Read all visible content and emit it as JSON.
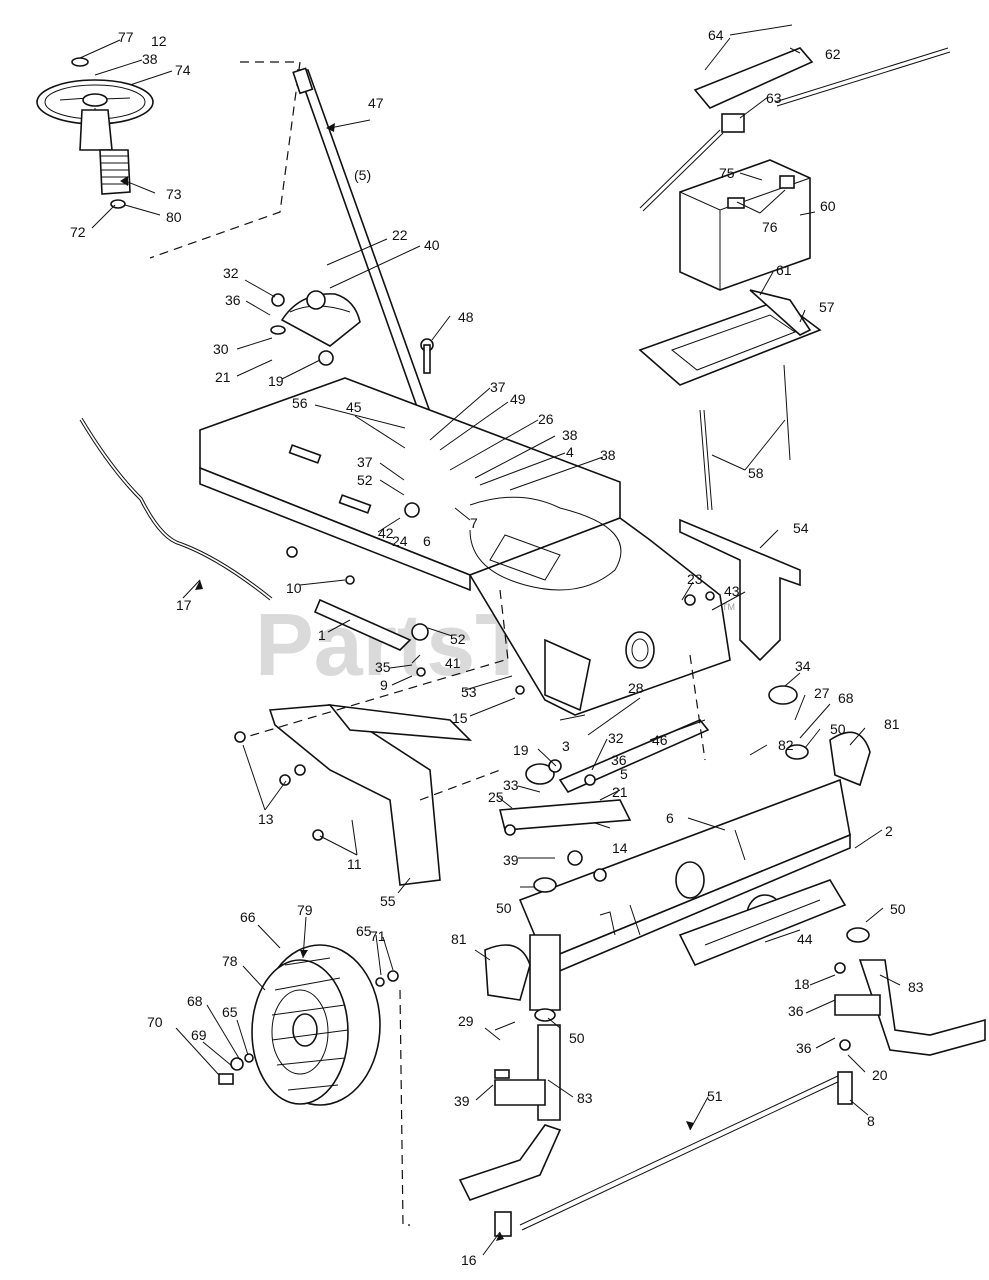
{
  "watermark": {
    "text": "PartsTree",
    "tm": "TM"
  },
  "callouts": [
    {
      "id": "c77",
      "text": "77"
    },
    {
      "id": "c12",
      "text": "12"
    },
    {
      "id": "c38a",
      "text": "38"
    },
    {
      "id": "c74",
      "text": "74"
    },
    {
      "id": "c73",
      "text": "73"
    },
    {
      "id": "c80",
      "text": "80"
    },
    {
      "id": "c72",
      "text": "72"
    },
    {
      "id": "c47",
      "text": "47"
    },
    {
      "id": "c5a",
      "text": "(5)"
    },
    {
      "id": "c22",
      "text": "22"
    },
    {
      "id": "c40",
      "text": "40"
    },
    {
      "id": "c32a",
      "text": "32"
    },
    {
      "id": "c36a",
      "text": "36"
    },
    {
      "id": "c30",
      "text": "30"
    },
    {
      "id": "c21a",
      "text": "21"
    },
    {
      "id": "c19a",
      "text": "19"
    },
    {
      "id": "c48",
      "text": "48"
    },
    {
      "id": "c56",
      "text": "56"
    },
    {
      "id": "c45",
      "text": "45"
    },
    {
      "id": "c37a",
      "text": "37"
    },
    {
      "id": "c49",
      "text": "49"
    },
    {
      "id": "c26",
      "text": "26"
    },
    {
      "id": "c38b",
      "text": "38"
    },
    {
      "id": "c4",
      "text": "4"
    },
    {
      "id": "c38c",
      "text": "38"
    },
    {
      "id": "c37b",
      "text": "37"
    },
    {
      "id": "c52a",
      "text": "52"
    },
    {
      "id": "c42",
      "text": "42"
    },
    {
      "id": "c24",
      "text": "24"
    },
    {
      "id": "c6a",
      "text": "6"
    },
    {
      "id": "c7",
      "text": "7"
    },
    {
      "id": "c10",
      "text": "10"
    },
    {
      "id": "c17",
      "text": "17"
    },
    {
      "id": "c1",
      "text": "1"
    },
    {
      "id": "c52b",
      "text": "52"
    },
    {
      "id": "c41",
      "text": "41"
    },
    {
      "id": "c35",
      "text": "35"
    },
    {
      "id": "c9",
      "text": "9"
    },
    {
      "id": "c53",
      "text": "53"
    },
    {
      "id": "c15",
      "text": "15"
    },
    {
      "id": "c64",
      "text": "64"
    },
    {
      "id": "c62",
      "text": "62"
    },
    {
      "id": "c63",
      "text": "63"
    },
    {
      "id": "c75",
      "text": "75"
    },
    {
      "id": "c60",
      "text": "60"
    },
    {
      "id": "c76",
      "text": "76"
    },
    {
      "id": "c61",
      "text": "61"
    },
    {
      "id": "c57",
      "text": "57"
    },
    {
      "id": "c58",
      "text": "58"
    },
    {
      "id": "c54",
      "text": "54"
    },
    {
      "id": "c23",
      "text": "23"
    },
    {
      "id": "c43",
      "text": "43"
    },
    {
      "id": "c34",
      "text": "34"
    },
    {
      "id": "c27",
      "text": "27"
    },
    {
      "id": "c68a",
      "text": "68"
    },
    {
      "id": "c50a",
      "text": "50"
    },
    {
      "id": "c81a",
      "text": "81"
    },
    {
      "id": "c28",
      "text": "28"
    },
    {
      "id": "c46",
      "text": "46"
    },
    {
      "id": "c3",
      "text": "3"
    },
    {
      "id": "c19b",
      "text": "19"
    },
    {
      "id": "c32b",
      "text": "32"
    },
    {
      "id": "c82",
      "text": "82"
    },
    {
      "id": "c33",
      "text": "33"
    },
    {
      "id": "c36b",
      "text": "36"
    },
    {
      "id": "c5b",
      "text": "5"
    },
    {
      "id": "c25",
      "text": "25"
    },
    {
      "id": "c21b",
      "text": "21"
    },
    {
      "id": "c6b",
      "text": "6"
    },
    {
      "id": "c2",
      "text": "2"
    },
    {
      "id": "c14",
      "text": "14"
    },
    {
      "id": "c39a",
      "text": "39"
    },
    {
      "id": "c13",
      "text": "13"
    },
    {
      "id": "c11",
      "text": "11"
    },
    {
      "id": "c55",
      "text": "55"
    },
    {
      "id": "c50b",
      "text": "50"
    },
    {
      "id": "c50c",
      "text": "50"
    },
    {
      "id": "c44",
      "text": "44"
    },
    {
      "id": "c66",
      "text": "66"
    },
    {
      "id": "c79",
      "text": "79"
    },
    {
      "id": "c65a",
      "text": "65"
    },
    {
      "id": "c71",
      "text": "71"
    },
    {
      "id": "c78",
      "text": "78"
    },
    {
      "id": "c68b",
      "text": "68"
    },
    {
      "id": "c65b",
      "text": "65"
    },
    {
      "id": "c70",
      "text": "70"
    },
    {
      "id": "c69",
      "text": "69"
    },
    {
      "id": "c81b",
      "text": "81"
    },
    {
      "id": "c50d",
      "text": "50"
    },
    {
      "id": "c29",
      "text": "29"
    },
    {
      "id": "c18",
      "text": "18"
    },
    {
      "id": "c83a",
      "text": "83"
    },
    {
      "id": "c36c",
      "text": "36"
    },
    {
      "id": "c36d",
      "text": "36"
    },
    {
      "id": "c20",
      "text": "20"
    },
    {
      "id": "c39b",
      "text": "39"
    },
    {
      "id": "c83b",
      "text": "83"
    },
    {
      "id": "c51",
      "text": "51"
    },
    {
      "id": "c8",
      "text": "8"
    },
    {
      "id": "c16",
      "text": "16"
    }
  ]
}
